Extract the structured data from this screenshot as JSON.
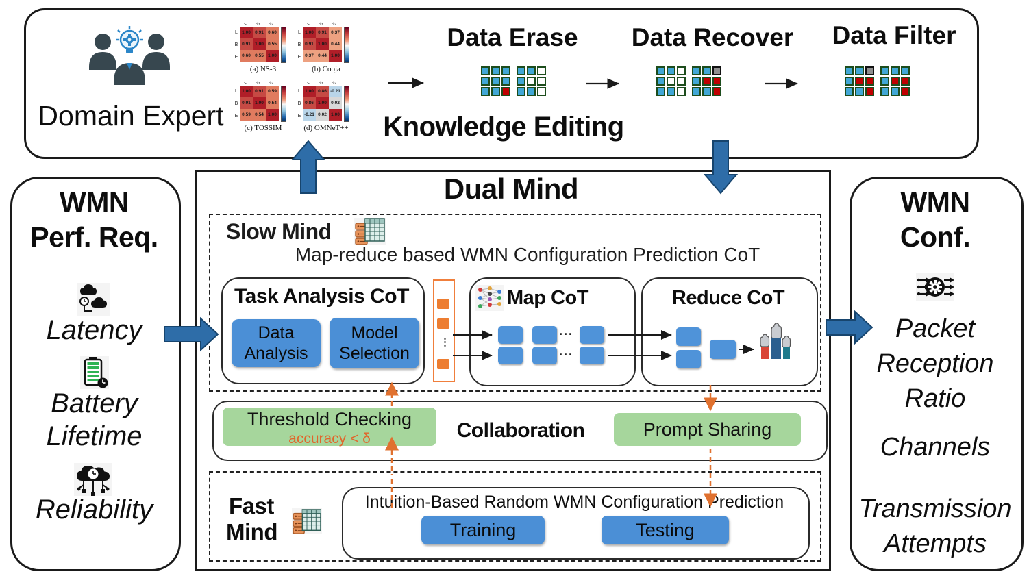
{
  "colors": {
    "arrow_blue": "#2e6da8",
    "chip_blue": "#4b8fd6",
    "green": "#a6d69c",
    "orange": "#ed7d31",
    "dashed_orange": "#e0712f",
    "grid_red": "#c00000",
    "grid_blue": "#41a7d6"
  },
  "top_panel": {
    "domain_expert_label": "Domain Expert",
    "knowledge_editing_label": "Knowledge Editing",
    "heatmaps": [
      {
        "caption": "(a) NS-3",
        "row_labels": [
          "L",
          "B",
          "E"
        ],
        "col_labels": [
          "L",
          "B",
          "E"
        ],
        "values": [
          [
            "1.00",
            "0.91",
            "0.60"
          ],
          [
            "0.91",
            "1.00",
            "0.55"
          ],
          [
            "0.60",
            "0.55",
            "1.00"
          ]
        ]
      },
      {
        "caption": "(b) Cooja",
        "row_labels": [
          "L",
          "B",
          "E"
        ],
        "col_labels": [
          "L",
          "B",
          "E"
        ],
        "values": [
          [
            "1.00",
            "0.91",
            "0.37"
          ],
          [
            "0.91",
            "1.00",
            "0.44"
          ],
          [
            "0.37",
            "0.44",
            "1.00"
          ]
        ]
      },
      {
        "caption": "(c) TOSSIM",
        "row_labels": [
          "L",
          "B",
          "E"
        ],
        "col_labels": [
          "L",
          "B",
          "E"
        ],
        "values": [
          [
            "1.00",
            "0.91",
            "0.59"
          ],
          [
            "0.91",
            "1.00",
            "0.54"
          ],
          [
            "0.59",
            "0.54",
            "1.00"
          ]
        ]
      },
      {
        "caption": "(d) OMNeT++",
        "row_labels": [
          "L",
          "B",
          "E"
        ],
        "col_labels": [
          "L",
          "B",
          "E"
        ],
        "values": [
          [
            "1.00",
            "0.86",
            "-0.21"
          ],
          [
            "0.86",
            "1.00",
            "0.02"
          ],
          [
            "-0.21",
            "0.02",
            "1.00"
          ]
        ]
      }
    ],
    "stages": [
      {
        "label": "Data Erase",
        "grids": [
          [
            [
              "b",
              "b",
              "b"
            ],
            [
              "b",
              "b",
              "b"
            ],
            [
              "b",
              "b",
              "r"
            ]
          ],
          [
            [
              "b",
              "b",
              "w"
            ],
            [
              "b",
              "w",
              "w"
            ],
            [
              "b",
              "b",
              "w"
            ]
          ]
        ]
      },
      {
        "label": "Data Recover",
        "grids": [
          [
            [
              "b",
              "b",
              "w"
            ],
            [
              "b",
              "w",
              "w"
            ],
            [
              "b",
              "b",
              "w"
            ]
          ],
          [
            [
              "b",
              "b",
              "g"
            ],
            [
              "b",
              "r",
              "r"
            ],
            [
              "b",
              "b",
              "r"
            ]
          ]
        ]
      },
      {
        "label": "Data Filter",
        "grids": [
          [
            [
              "b",
              "b",
              "g"
            ],
            [
              "b",
              "r",
              "r"
            ],
            [
              "b",
              "b",
              "r"
            ]
          ],
          [
            [
              "b",
              "b",
              "b"
            ],
            [
              "b",
              "r",
              "r"
            ],
            [
              "b",
              "b",
              "r"
            ]
          ]
        ]
      }
    ],
    "grid_cell_colors": {
      "b": "#41a7d6",
      "w": "#ffffff",
      "r": "#c00000",
      "g": "#8f8f8f"
    }
  },
  "left_panel": {
    "title_line1": "WMN",
    "title_line2": "Perf. Req.",
    "items": [
      {
        "label": "Latency",
        "icon": "latency-clock-clouds-icon"
      },
      {
        "label": "Battery Lifetime",
        "icon": "battery-lifetime-icon"
      },
      {
        "label": "Reliability",
        "icon": "reliability-network-icon"
      }
    ]
  },
  "right_panel": {
    "title_line1": "WMN",
    "title_line2": "Conf.",
    "icon": "config-gear-flow-icon",
    "items": [
      {
        "label": "Packet Reception Ratio"
      },
      {
        "label": "Channels"
      },
      {
        "label": "Transmission Attempts"
      }
    ]
  },
  "dual_mind": {
    "title": "Dual Mind",
    "slow_mind": {
      "label": "Slow Mind",
      "subtitle": "Map-reduce based WMN Configuration Prediction CoT",
      "task_analysis": {
        "title": "Task Analysis CoT",
        "chips": [
          "Data Analysis",
          "Model Selection"
        ]
      },
      "queue_ellipsis": "⋮",
      "map_cot": {
        "title": "Map CoT",
        "row_ellipsis": "···"
      },
      "reduce_cot": {
        "title": "Reduce CoT"
      }
    },
    "collaboration": {
      "title": "Collaboration",
      "threshold_label": "Threshold Checking",
      "threshold_condition": "accuracy < δ",
      "prompt_label": "Prompt Sharing"
    },
    "fast_mind": {
      "label_line1": "Fast",
      "label_line2": "Mind",
      "box_title": "Intuition-Based Random WMN Configuration Prediction",
      "buttons": [
        "Training",
        "Testing"
      ]
    }
  }
}
